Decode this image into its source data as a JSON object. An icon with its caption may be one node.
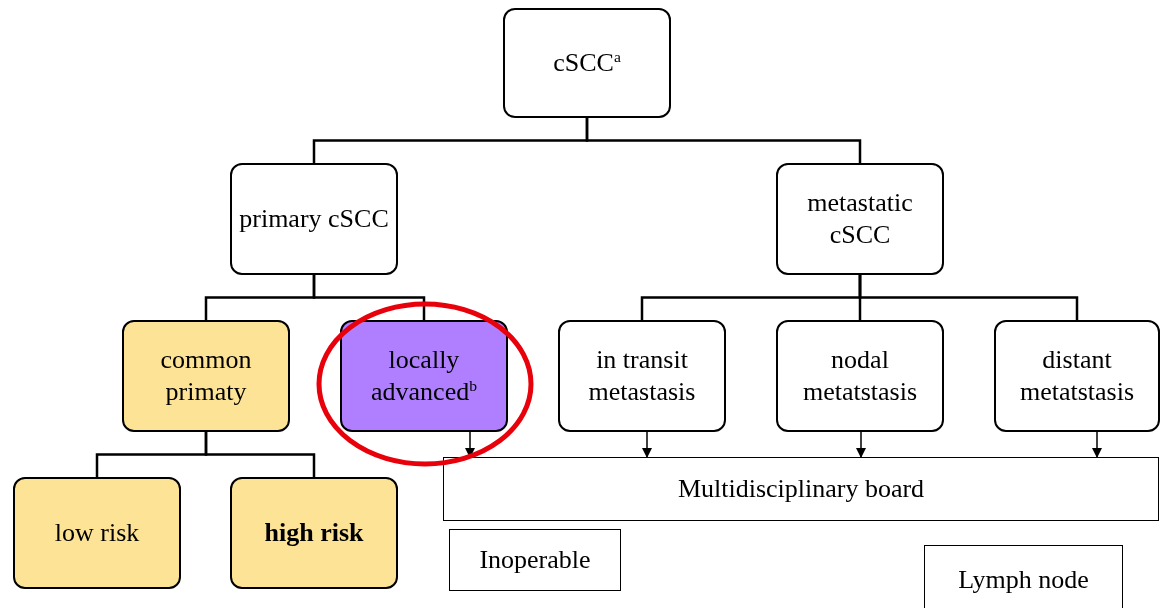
{
  "diagram": {
    "nodes": [
      {
        "text": [
          "cSCC$^{a}$"
        ]
      },
      {
        "text": [
          "primary cSCC"
        ]
      },
      {
        "text": [
          "metastatic cSCC"
        ]
      },
      {
        "text": [
          "common primaty"
        ]
      },
      {
        "text": [
          "locally advanced$^{b}$"
        ]
      },
      {
        "text": [
          "in transit metastasis"
        ]
      },
      {
        "text": [
          "nodal metatstasis"
        ]
      },
      {
        "text": [
          "distant metatstasis"
        ]
      },
      {
        "text": [
          "low risk"
        ]
      },
      {
        "text": [
          "high risk"
        ]
      },
      {
        "text": [
          "Multidisciplinary board"
        ]
      },
      {
        "text": [
          "Inoperable"
        ]
      },
      {
        "text": [
          "Lymph node"
        ]
      }
    ],
    "edges": [
      {
        "from": 0,
        "to": 1,
        "arrow": "none"
      },
      {
        "from": 0,
        "to": 2,
        "arrow": "none"
      },
      {
        "from": 1,
        "to": 3,
        "arrow": "none"
      },
      {
        "from": 1,
        "to": 4,
        "arrow": "none"
      },
      {
        "from": 2,
        "to": 5,
        "arrow": "none"
      },
      {
        "from": 2,
        "to": 6,
        "arrow": "none"
      },
      {
        "from": 2,
        "to": 7,
        "arrow": "none"
      },
      {
        "from": 3,
        "to": 8,
        "arrow": "none"
      },
      {
        "from": 3,
        "to": 9,
        "arrow": "none"
      },
      {
        "from": 4,
        "to": 10,
        "arrow": "to"
      },
      {
        "from": 5,
        "to": 10,
        "arrow": "to"
      },
      {
        "from": 6,
        "to": 10,
        "arrow": "to"
      },
      {
        "from": 7,
        "to": 10,
        "arrow": "to"
      }
    ]
  }
}
